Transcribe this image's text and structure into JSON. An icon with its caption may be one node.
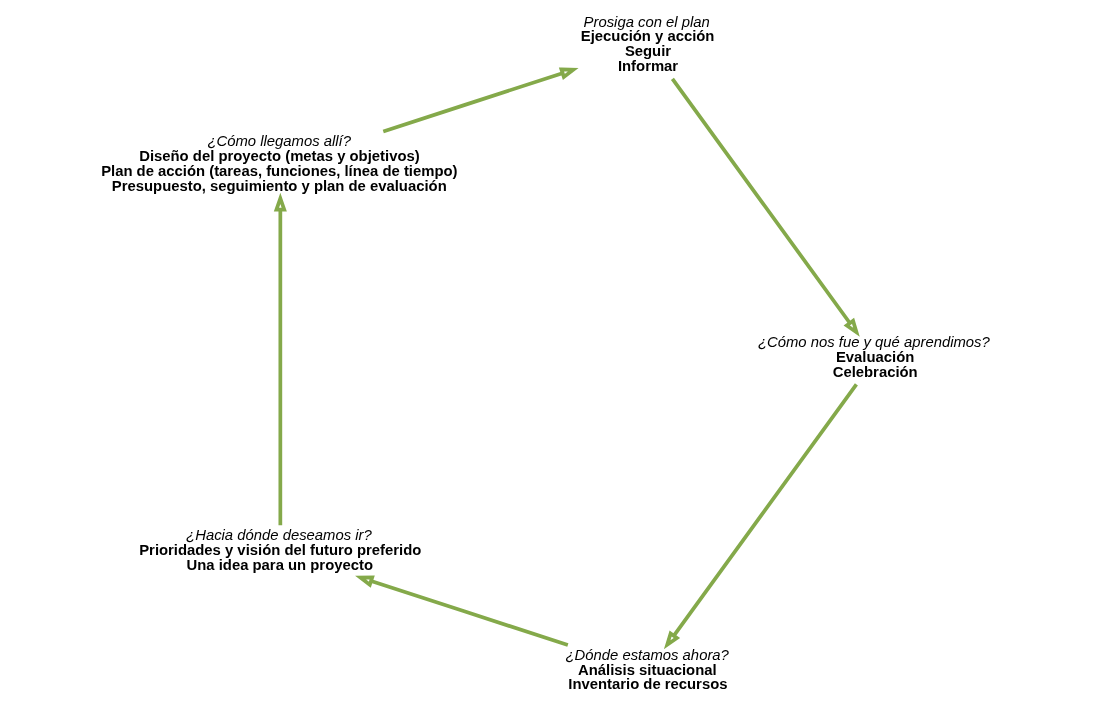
{
  "diagram": {
    "nodes": [
      {
        "text": [
          "¿Dónde estamos ahora?",
          "Análisis situacional",
          "Inventario de recursos"
        ]
      },
      {
        "text": [
          "¿Hacia dónde deseamos ir?",
          "Prioridades y visión del futuro preferido",
          "Una idea para un proyecto"
        ]
      },
      {
        "text": [
          "¿Cómo llegamos allí?",
          "Diseño del proyecto (metas y objetivos)",
          "Plan de acción (tareas, funciones, línea de tiempo)",
          "Presupuesto, seguimiento y plan de evaluación"
        ]
      },
      {
        "text": [
          "Prosiga con el plan",
          "Ejecución y acción",
          "Seguir",
          "Informar"
        ]
      },
      {
        "text": [
          "¿Cómo nos fue y qué aprendimos?",
          "Evaluación",
          "Celebración"
        ]
      }
    ],
    "edges": [
      {
        "from": 0,
        "to": 1,
        "arrow": "to"
      },
      {
        "from": 1,
        "to": 2,
        "arrow": "to"
      },
      {
        "from": 2,
        "to": 3,
        "arrow": "to"
      },
      {
        "from": 3,
        "to": 4,
        "arrow": "to"
      },
      {
        "from": 4,
        "to": 0,
        "arrow": "to"
      }
    ]
  }
}
